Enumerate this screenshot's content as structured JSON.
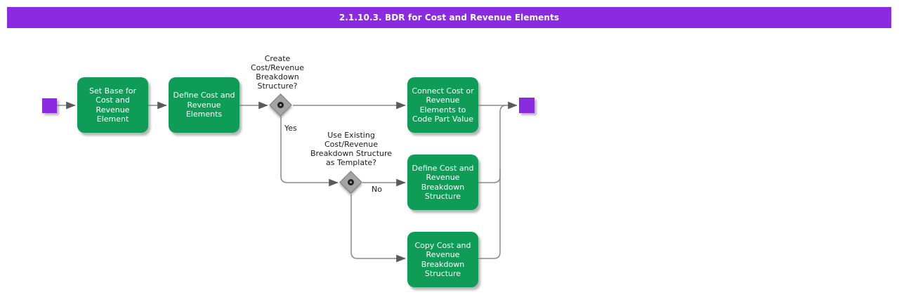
{
  "title": "2.1.10.3. BDR for Cost and Revenue Elements",
  "colors": {
    "accent_purple": "#8A2BE2",
    "activity_green": "#0F9C57",
    "connector_gray": "#8a8a8a",
    "arrowhead_gray": "#5a5a5a",
    "decision_gray": "#a4a4a4"
  },
  "diagram": {
    "activities": [
      {
        "id": "set-base",
        "label": "Set Base for\nCost and\nRevenue\nElement"
      },
      {
        "id": "define-elements",
        "label": "Define Cost and\nRevenue\nElements"
      },
      {
        "id": "connect-elements",
        "label": "Connect Cost or\nRevenue\nElements to\nCode Part Value"
      },
      {
        "id": "define-breakdown",
        "label": "Define Cost and\nRevenue\nBreakdown\nStructure"
      },
      {
        "id": "copy-breakdown",
        "label": "Copy Cost and\nRevenue\nBreakdown\nStructure"
      }
    ],
    "decisions": [
      {
        "id": "create-breakdown",
        "question": "Create\nCost/Revenue\nBreakdown\nStructure?",
        "yes_label": "Yes"
      },
      {
        "id": "use-existing",
        "question": "Use Existing\nCost/Revenue\nBreakdown Structure\nas Template?",
        "no_label": "No"
      }
    ]
  }
}
